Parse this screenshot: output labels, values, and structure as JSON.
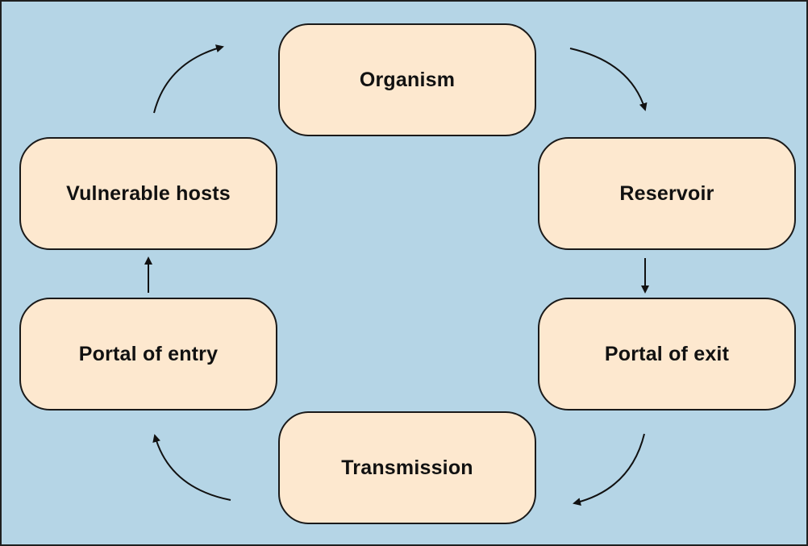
{
  "diagram": {
    "type": "cycle",
    "background_color": "#b5d5e6",
    "node_fill_color": "#fde8cf",
    "nodes": [
      {
        "id": "organism",
        "label": "Organism"
      },
      {
        "id": "reservoir",
        "label": "Reservoir"
      },
      {
        "id": "portal_of_exit",
        "label": "Portal of exit"
      },
      {
        "id": "transmission",
        "label": "Transmission"
      },
      {
        "id": "portal_of_entry",
        "label": "Portal of entry"
      },
      {
        "id": "vulnerable_hosts",
        "label": "Vulnerable hosts"
      }
    ],
    "edges": [
      {
        "from": "organism",
        "to": "reservoir"
      },
      {
        "from": "reservoir",
        "to": "portal_of_exit"
      },
      {
        "from": "portal_of_exit",
        "to": "transmission"
      },
      {
        "from": "transmission",
        "to": "portal_of_entry"
      },
      {
        "from": "portal_of_entry",
        "to": "vulnerable_hosts"
      },
      {
        "from": "vulnerable_hosts",
        "to": "organism"
      }
    ]
  }
}
